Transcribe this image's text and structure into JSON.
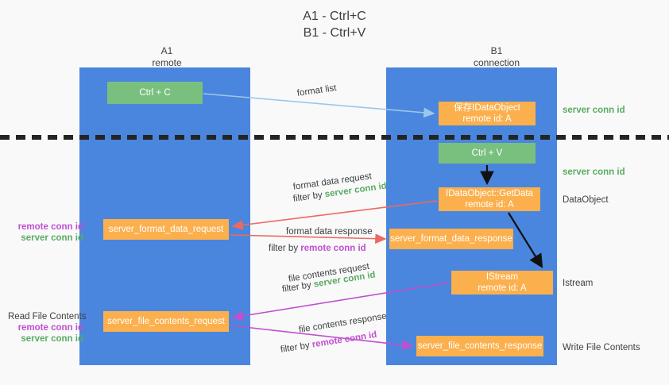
{
  "title": {
    "line1": "A1 - Ctrl+C",
    "line2": "B1 - Ctrl+V"
  },
  "columns": [
    {
      "name": "A1",
      "sub": "remote"
    },
    {
      "name": "B1",
      "sub": "connection"
    }
  ],
  "nodes": {
    "ctrl_c": {
      "label": "Ctrl + C",
      "color": "#79c07e"
    },
    "save_idataobject": {
      "line1": "保存IDataObject",
      "line2": "remote id: A",
      "color": "#fbb04d"
    },
    "ctrl_v": {
      "label": "Ctrl + V",
      "color": "#79c07e"
    },
    "getdata": {
      "line1": "IDataObject::GetData",
      "line2": "remote id: A",
      "color": "#fbb04d"
    },
    "format_data_request": {
      "label": "server_format_data_request",
      "color": "#fbb04d"
    },
    "format_data_response": {
      "label": "server_format_data_response",
      "color": "#fbb04d"
    },
    "istream": {
      "line1": "IStream",
      "line2": "remote id: A",
      "color": "#fbb04d"
    },
    "file_contents_request": {
      "label": "server_file_contents_request",
      "color": "#fbb04d"
    },
    "file_contents_response": {
      "label": "server_file_contents_response",
      "color": "#fbb04d"
    }
  },
  "edges": {
    "format_list": "format list",
    "format_data_request": {
      "line1": "format data request",
      "prefix": "filter by ",
      "id": "server conn id"
    },
    "format_data_response": {
      "line1": "format data response",
      "prefix": "filter by ",
      "id": "remote conn id"
    },
    "file_contents_request": {
      "line1": "file contents request",
      "prefix": "filter by ",
      "id": "server conn id"
    },
    "file_contents_response": {
      "line1": "file contents response",
      "prefix": "filter by ",
      "id": "remote conn id"
    }
  },
  "annotations": {
    "server_conn_id_top": "server conn id",
    "server_conn_id_mid": "server conn id",
    "dataobject": "DataObject",
    "istream": "Istream",
    "write_file_contents": "Write File Contents",
    "read_file_contents": "Read File Contents",
    "remote_conn_id": "remote conn id",
    "server_conn_id": "server conn id"
  },
  "colors": {
    "lane_blue": "#4a86dd",
    "node_green": "#79c07e",
    "node_orange": "#fbb04d",
    "arrow_blue": "#9cc6ec",
    "arrow_red": "#ea6a62",
    "arrow_magenta": "#c050d0",
    "arrow_black": "#000000",
    "text_green": "#5aab63",
    "text_purple": "#c050d0",
    "background": "#f9f9f9"
  }
}
